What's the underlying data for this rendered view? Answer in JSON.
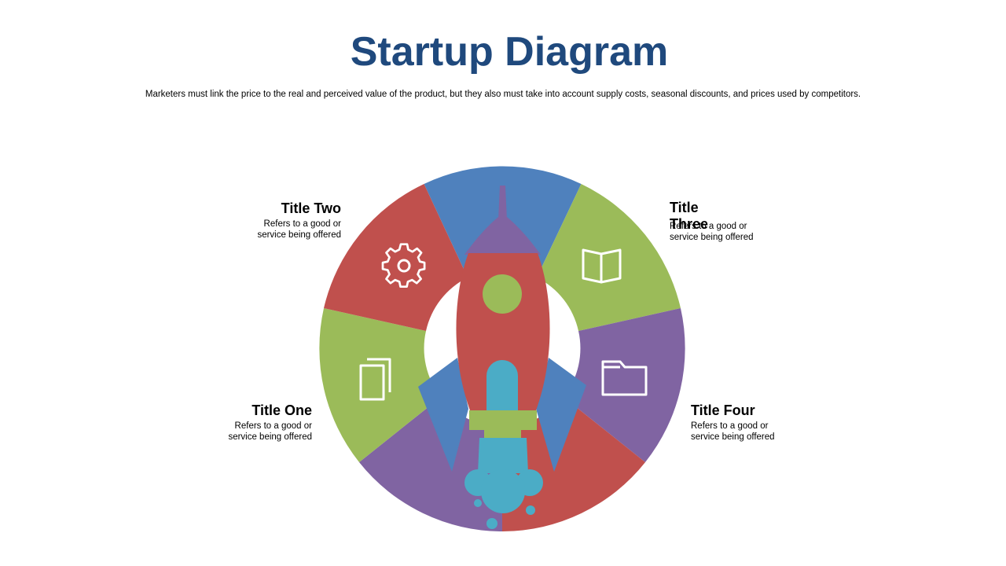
{
  "header": {
    "title": "Startup Diagram",
    "subtitle": "Marketers must link the price to the real and perceived value of the product, but they also must take into account supply costs, seasonal discounts, and prices used by competitors."
  },
  "items": [
    {
      "title": "Title One",
      "desc_line1": "Refers to a good or",
      "desc_line2": "service being offered",
      "icon": "documents-icon",
      "color": "#9bbb59"
    },
    {
      "title": "Title Two",
      "desc_line1": "Refers to a good or",
      "desc_line2": "service being offered",
      "icon": "gear-icon",
      "color": "#c0504d"
    },
    {
      "title": "Title Three",
      "desc_line1": "Refers to a good or",
      "desc_line2": "service being offered",
      "icon": "book-icon",
      "color": "#9bbb59"
    },
    {
      "title": "Title Four",
      "desc_line1": "Refers to a good or",
      "desc_line2": "service being offered",
      "icon": "folder-icon",
      "color": "#8064a2"
    }
  ],
  "colors": {
    "title": "#1f497d",
    "blue": "#4f81bd",
    "red": "#c0504d",
    "green": "#9bbb59",
    "purple": "#8064a2",
    "cyan": "#4bacc6"
  },
  "central_graphic": "rocket-icon"
}
